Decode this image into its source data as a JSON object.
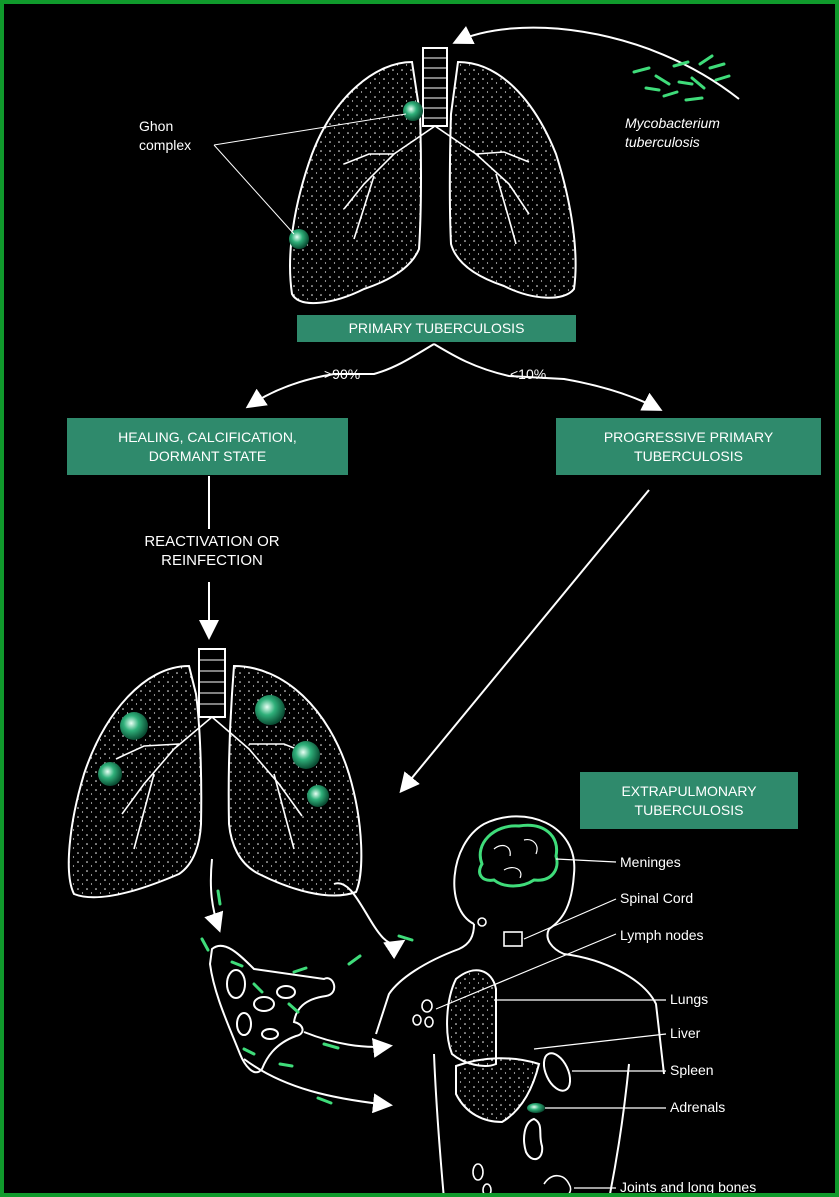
{
  "labels": {
    "ghon_complex": "Ghon\ncomplex",
    "mycobacterium": "Mycobacterium\ntuberculosis",
    "primary_tb": "PRIMARY TUBERCULOSIS",
    "pct_over_90": ">90%",
    "pct_under_10": "<10%",
    "healing": "HEALING, CALCIFICATION,\nDORMANT STATE",
    "progressive": "PROGRESSIVE PRIMARY\nTUBERCULOSIS",
    "reactivation": "REACTIVATION OR\nREINFECTION",
    "extrapulmonary": "EXTRAPULMONARY\nTUBERCULOSIS",
    "sites": {
      "meninges": "Meninges",
      "spinal_cord": "Spinal Cord",
      "lymph_nodes": "Lymph nodes",
      "lungs": "Lungs",
      "liver": "Liver",
      "spleen": "Spleen",
      "adrenals": "Adrenals",
      "joints": "Joints and long bones"
    }
  },
  "colors": {
    "frame": "#109a2c",
    "box_fill": "#2f8a6c",
    "bacteria": "#3fdc7a",
    "lesion": "#2fb07a"
  }
}
